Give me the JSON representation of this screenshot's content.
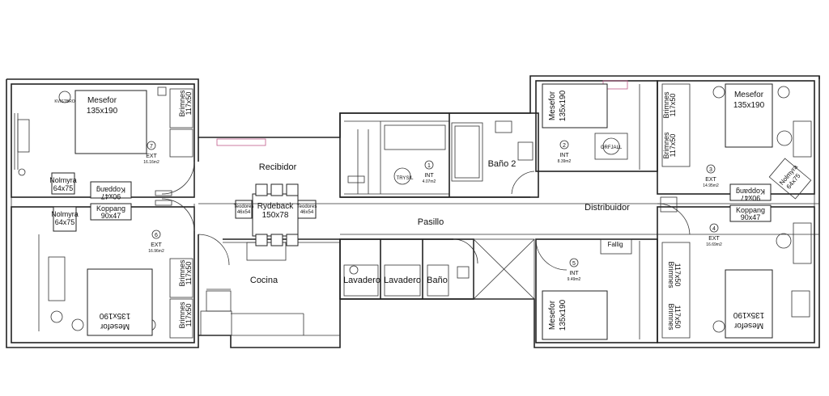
{
  "rooms": {
    "recibidor": "Recibidor",
    "pasillo": "Pasillo",
    "distribuidor": "Distribuidor",
    "cocina": "Cocina",
    "bano2": "Baño 2",
    "lavadero1": "Lavadero",
    "lavadero2": "Lavadero",
    "bano": "Baño"
  },
  "room_tags": [
    {
      "num": "1",
      "type": "INT",
      "area": "4.07m2"
    },
    {
      "num": "2",
      "type": "INT",
      "area": "8.39m2"
    },
    {
      "num": "3",
      "type": "EXT",
      "area": "14.95m2"
    },
    {
      "num": "4",
      "type": "EXT",
      "area": "16.69m2"
    },
    {
      "num": "5",
      "type": "INT",
      "area": "9.49m2"
    },
    {
      "num": "6",
      "type": "EXT",
      "area": "16.96m2"
    },
    {
      "num": "7",
      "type": "EXT",
      "area": "16.16m2"
    }
  ],
  "furniture": {
    "bed_name": "Mesefor",
    "bed_size": "135x190",
    "wardrobe_name": "Brimnes",
    "wardrobe_size": "117x50",
    "desk_name": "Koppang",
    "desk_size": "90x47",
    "table_name": "Rydeback",
    "table_size": "150x78",
    "chair_name": "Teodores",
    "chair_size": "46x54",
    "nightstand_name": "Nolmyra",
    "nightstand_size": "64x75",
    "lamp_name": "Fallig",
    "lamp2_name": "TRYSIL",
    "lamp3_name": "ORFJALL",
    "lamp4_name": "KVISTBRO"
  }
}
